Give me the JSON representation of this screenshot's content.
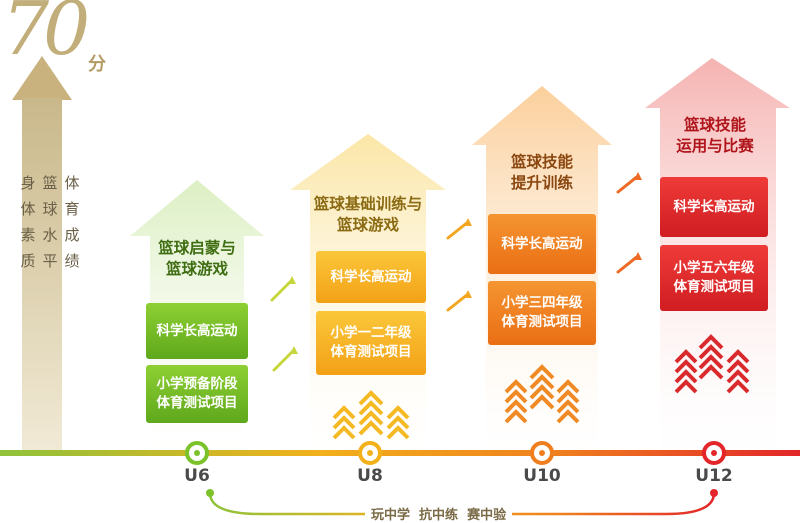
{
  "brand": {
    "number": "70",
    "unit": "分"
  },
  "axis_label_columns": [
    {
      "chars": [
        "身",
        "体",
        "素",
        "质"
      ]
    },
    {
      "chars": [
        "篮",
        "球",
        "水",
        "平"
      ]
    },
    {
      "chars": [
        "体",
        "育",
        "成",
        "绩"
      ]
    }
  ],
  "stages": [
    {
      "title_line1": "篮球启蒙与",
      "title_line2": "篮球游戏",
      "box1": "科学长高运动",
      "box2_line1": "小学预备阶段",
      "box2_line2": "体育测试项目",
      "label": "U6",
      "color": "#7cc22a"
    },
    {
      "title_line1": "篮球基础训练与",
      "title_line2": "篮球游戏",
      "box1": "科学长高运动",
      "box2_line1": "小学一二年级",
      "box2_line2": "体育测试项目",
      "label": "U8",
      "color": "#f2b01b"
    },
    {
      "title_line1": "篮球技能",
      "title_line2": "提升训练",
      "box1": "科学长高运动",
      "box2_line1": "小学三四年级",
      "box2_line2": "体育测试项目",
      "label": "U10",
      "color": "#ef7f1e"
    },
    {
      "title_line1": "篮球技能",
      "title_line2": "运用与比赛",
      "box1": "科学长高运动",
      "box2_line1": "小学五六年级",
      "box2_line2": "体育测试项目",
      "label": "U12",
      "color": "#e2262a"
    }
  ],
  "motto": "玩中学  抗中练  赛中验"
}
